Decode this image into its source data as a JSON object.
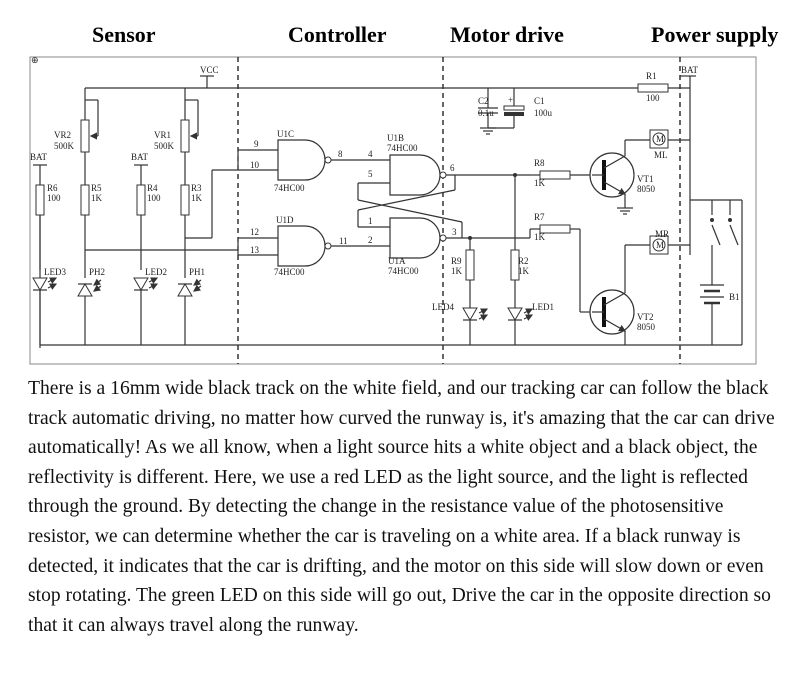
{
  "sections": {
    "sensor": "Sensor",
    "controller": "Controller",
    "motor_drive": "Motor drive",
    "power_supply": "Power supply"
  },
  "labels": {
    "vcc": "VCC",
    "bat": "BAT",
    "vr1": "VR1",
    "vr1_val": "500K",
    "vr2": "VR2",
    "vr2_val": "500K",
    "r1": "R1",
    "r1_val": "100",
    "r2": "R2",
    "r2_val": "1K",
    "r3": "R3",
    "r3_val": "1K",
    "r4": "R4",
    "r4_val": "100",
    "r5": "R5",
    "r5_val": "1K",
    "r6": "R6",
    "r6_val": "100",
    "r7": "R7",
    "r7_val": "1K",
    "r8": "R8",
    "r8_val": "1K",
    "r9": "R9",
    "r9_val": "1K",
    "c1": "C1",
    "c1_val": "100u",
    "c2": "C2",
    "c2_val": "0.1u",
    "u1a": "U1A",
    "u1b": "U1B",
    "u1c": "U1C",
    "u1d": "U1D",
    "ic": "74HC00",
    "vt1": "VT1",
    "vt2": "VT2",
    "transistor": "8050",
    "ml": "ML",
    "mr": "MR",
    "motor": "M",
    "b1": "B1",
    "led1": "LED1",
    "led2": "LED2",
    "led3": "LED3",
    "led4": "LED4",
    "ph1": "PH1",
    "ph2": "PH2",
    "pins": [
      "9",
      "10",
      "8",
      "12",
      "13",
      "11",
      "4",
      "5",
      "6",
      "1",
      "2",
      "3"
    ]
  },
  "description": "There is a 16mm wide black track on the white field, and our tracking car can follow the black track automatic driving, no matter how curved the runway is, it's amazing that the car can drive automatically! As we all know, when a light source hits a white object and a black object, the reflectivity is different. Here, we use a red LED as the light source, and the light is reflected through the ground. By detecting the change in the resistance value of the photosensitive resistor, we can determine whether the car is traveling on a white area. If a black runway is detected, it indicates that the car is drifting, and the motor on this side will slow down or even stop rotating. The green LED on this side will go out, Drive the car in the opposite direction so that it can always travel along the runway."
}
